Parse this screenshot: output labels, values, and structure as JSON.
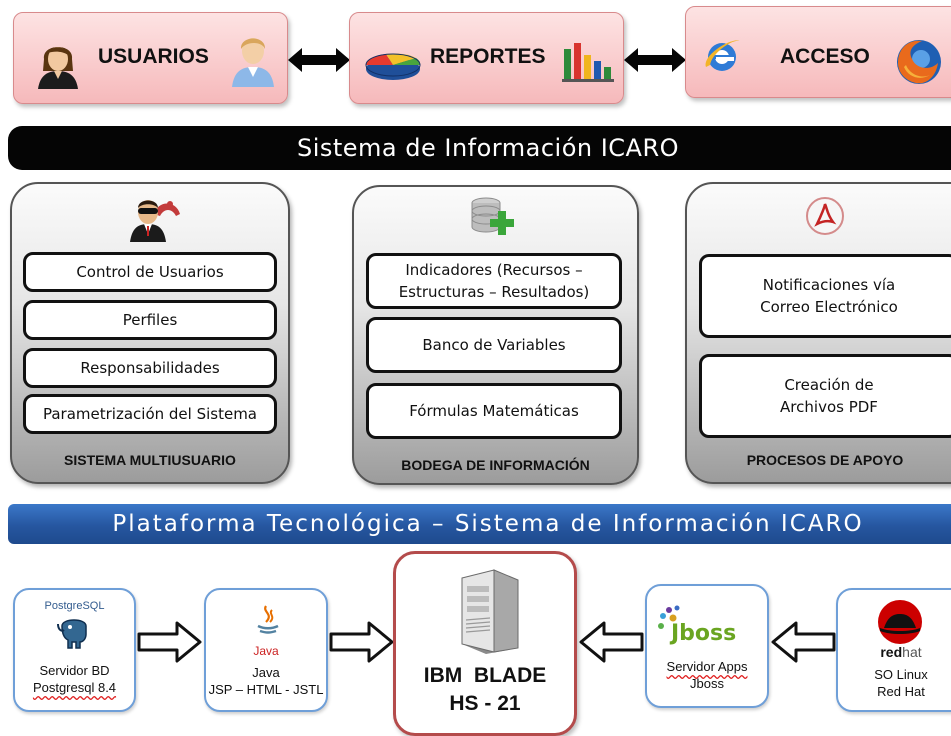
{
  "top": {
    "usuarios": "USUARIOS",
    "reportes": "REPORTES",
    "acceso": "ACCESO"
  },
  "banner_sistema": "Sistema de Información ICARO",
  "modules": {
    "multiusuario": {
      "title": "SISTEMA MULTIUSUARIO",
      "items": [
        "Control de Usuarios",
        "Perfiles",
        "Responsabilidades",
        "Parametrización del Sistema"
      ]
    },
    "bodega": {
      "title": "BODEGA DE INFORMACIÓN",
      "items": [
        [
          "Indicadores (Recursos –",
          "Estructuras – Resultados)"
        ],
        "Banco de Variables",
        "Fórmulas Matemáticas"
      ]
    },
    "procesos": {
      "title": "PROCESOS DE APOYO",
      "items": [
        [
          "Notificaciones vía",
          "Correo Electrónico"
        ],
        [
          "Creación de",
          "Archivos PDF"
        ]
      ]
    }
  },
  "banner_plataforma": "Plataforma Tecnológica – Sistema de Información ICARO",
  "platform": {
    "postgres": {
      "logo": "PostgreSQL",
      "line1": "Servidor BD",
      "line2": "Postgresql 8.4"
    },
    "java": {
      "logo": "Java",
      "line1": "Java",
      "line2": "JSP – HTML - JSTL"
    },
    "ibm": {
      "line1": "IBM  BLADE",
      "line2": "HS - 21"
    },
    "jboss": {
      "logo": "Jboss",
      "line1": "Servidor Apps",
      "line2": "Jboss"
    },
    "redhat": {
      "logo_a": "red",
      "logo_b": "hat",
      "line1": "SO Linux",
      "line2": "Red Hat"
    }
  },
  "icons": {
    "user-female-icon": "user-female-icon",
    "user-male-icon": "user-male-icon",
    "pie-chart-icon": "pie-chart-icon",
    "bar-chart-icon": "bar-chart-icon",
    "internet-explorer-icon": "internet-explorer-icon",
    "firefox-icon": "firefox-icon",
    "security-agent-icon": "security-agent-icon",
    "database-add-icon": "database-add-icon",
    "acrobat-icon": "acrobat-icon",
    "server-tower-icon": "server-tower-icon"
  },
  "colors": {
    "top_box": "#f6b9bb",
    "banner_black": "#050505",
    "banner_blue": "#2656a0",
    "ibm_border": "#b44b4b",
    "plat_border": "#6f9fd8"
  }
}
